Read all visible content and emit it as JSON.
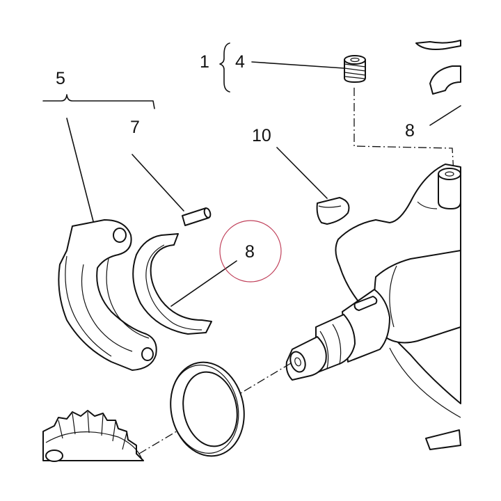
{
  "labels": {
    "assembly_1": "1",
    "part_4": "4",
    "assembly_5": "5",
    "part_7": "7",
    "part_8_top": "8",
    "part_10": "10",
    "part_8_circled": "8"
  },
  "colors": {
    "ink": "#111111",
    "highlight_circle": "#c0405a",
    "background": "#ffffff"
  }
}
